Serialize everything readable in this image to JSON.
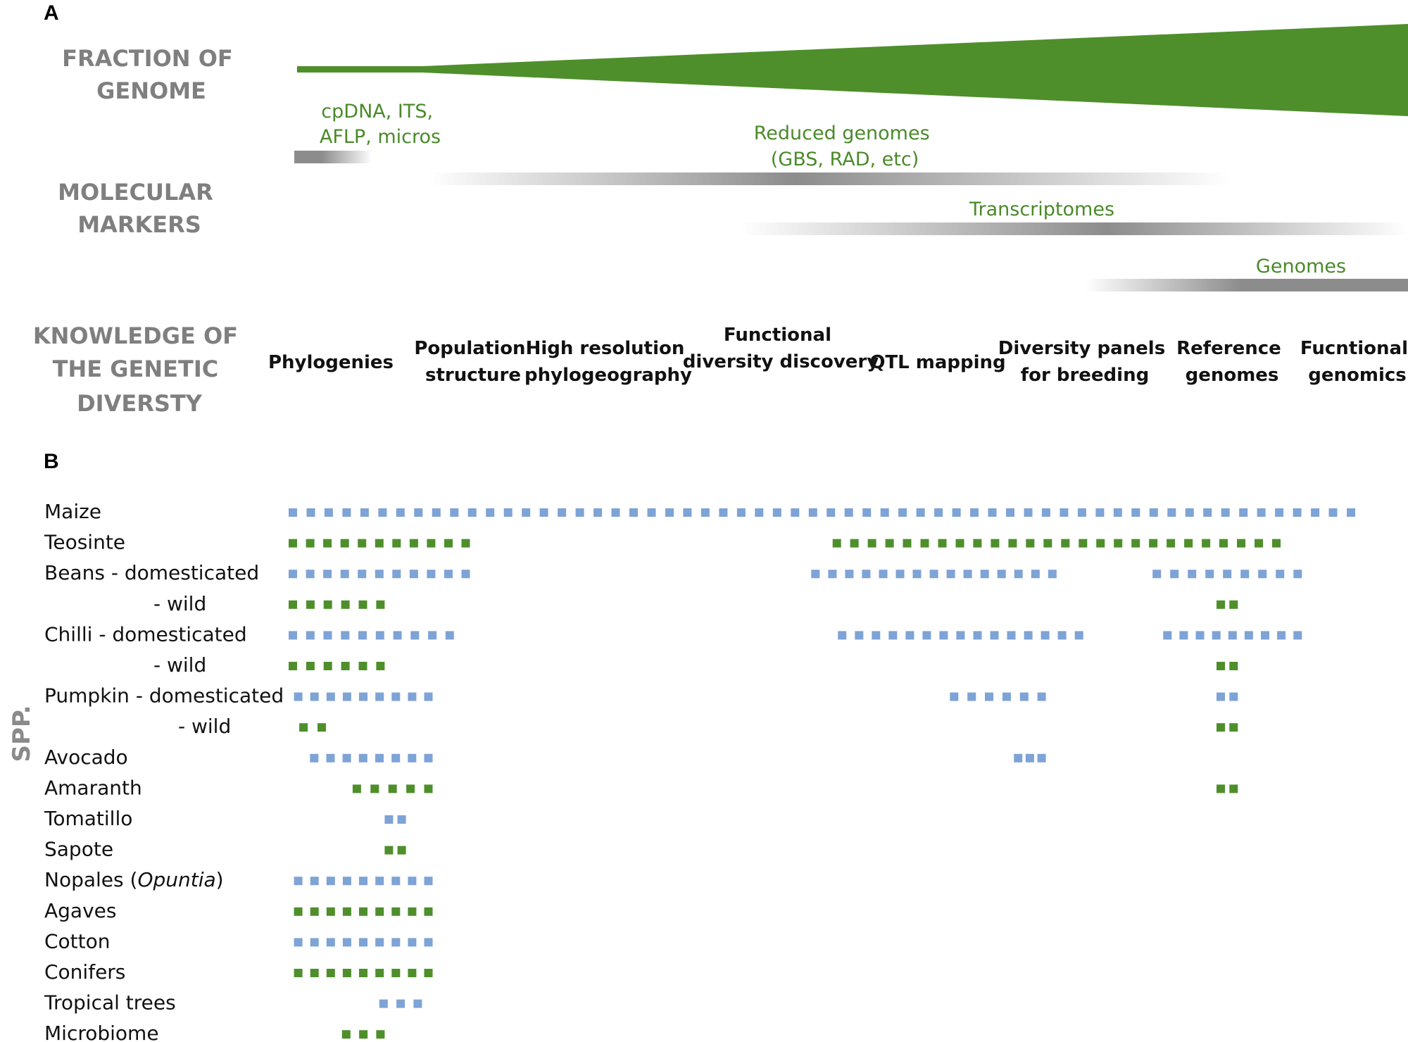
{
  "panel_a": {
    "label": "A",
    "fraction_title": [
      "FRACTION OF",
      "GENOME"
    ],
    "markers_title": [
      "MOLECULAR",
      "MARKERS"
    ],
    "knowledge_title": [
      "KNOWLEDGE OF",
      "THE GENETIC",
      "DIVERSTY"
    ],
    "colors": {
      "wedge": "#4e8f2b",
      "marker_text": "#4a8a2a",
      "bar": "#8c8c8c"
    },
    "markers": [
      {
        "id": "cpdna",
        "lines": [
          "cpDNA, ITS,",
          "AFLP, micros"
        ],
        "bar": [
          0.0,
          0.07
        ],
        "peak": 0.2
      },
      {
        "id": "reduced",
        "lines": [
          "Reduced genomes",
          "(GBS, RAD, etc)"
        ],
        "bar": [
          0.12,
          0.84
        ],
        "peak": 0.45
      },
      {
        "id": "transcriptomes",
        "lines": [
          "Transcriptomes"
        ],
        "bar": [
          0.4,
          1.0
        ],
        "peak": 0.55
      },
      {
        "id": "genomes",
        "lines": [
          "Genomes"
        ],
        "bar": [
          0.71,
          1.0
        ],
        "peak": 0.85
      }
    ],
    "stages": [
      {
        "id": "phylogenies",
        "lines": [
          "Phylogenies"
        ]
      },
      {
        "id": "population-structure",
        "lines": [
          "Population",
          "structure"
        ]
      },
      {
        "id": "phylogeography",
        "lines": [
          "High resolution",
          "phylogeography"
        ]
      },
      {
        "id": "functional-diversity",
        "lines": [
          "Functional",
          "diversity discovery"
        ]
      },
      {
        "id": "qtl-mapping",
        "lines": [
          "QTL mapping"
        ]
      },
      {
        "id": "diversity-panels",
        "lines": [
          "Diversity panels",
          "for breeding"
        ]
      },
      {
        "id": "reference-genomes",
        "lines": [
          "Reference",
          "genomes"
        ]
      },
      {
        "id": "functional-genomics",
        "lines": [
          "Fucntional",
          "genomics"
        ]
      }
    ]
  },
  "panel_b": {
    "label": "B",
    "axis_label": "SPP.",
    "colors": {
      "blue": "#7ea3d6",
      "green": "#4e8f2b"
    },
    "species": [
      {
        "id": "maize",
        "name": "Maize",
        "color": "blue",
        "segments": [
          [
            0.0,
            1.0
          ]
        ]
      },
      {
        "id": "teosinte",
        "name": "Teosinte",
        "color": "green",
        "segments": [
          [
            0.0,
            0.17
          ],
          [
            0.51,
            0.93
          ]
        ]
      },
      {
        "id": "beans-dom",
        "name": "Beans  - domesticated",
        "color": "blue",
        "segments": [
          [
            0.0,
            0.17
          ],
          [
            0.49,
            0.72
          ],
          [
            0.81,
            0.95
          ]
        ]
      },
      {
        "id": "beans-wild",
        "name": "- wild",
        "indent": 1,
        "color": "green",
        "segments": [
          [
            0.0,
            0.09
          ],
          [
            0.87,
            0.89
          ]
        ]
      },
      {
        "id": "chilli-dom",
        "name": "Chilli - domesticated",
        "color": "blue",
        "segments": [
          [
            0.0,
            0.155
          ],
          [
            0.515,
            0.745
          ],
          [
            0.82,
            0.95
          ]
        ]
      },
      {
        "id": "chilli-wild",
        "name": "- wild",
        "indent": 1,
        "color": "green",
        "segments": [
          [
            0.0,
            0.09
          ],
          [
            0.87,
            0.89
          ]
        ]
      },
      {
        "id": "pumpkin-dom",
        "name": "Pumpkin  - domesticated",
        "color": "blue",
        "segments": [
          [
            0.005,
            0.135
          ],
          [
            0.62,
            0.71
          ],
          [
            0.87,
            0.89
          ]
        ]
      },
      {
        "id": "pumpkin-wild",
        "name": "- wild",
        "indent": 2,
        "color": "green",
        "segments": [
          [
            0.01,
            0.035
          ],
          [
            0.87,
            0.89
          ]
        ]
      },
      {
        "id": "avocado",
        "name": "Avocado",
        "color": "blue",
        "segments": [
          [
            0.02,
            0.135
          ],
          [
            0.68,
            0.71
          ]
        ]
      },
      {
        "id": "amaranth",
        "name": "Amaranth",
        "color": "green",
        "segments": [
          [
            0.06,
            0.135
          ],
          [
            0.87,
            0.89
          ]
        ]
      },
      {
        "id": "tomatillo",
        "name": "Tomatillo",
        "color": "blue",
        "segments": [
          [
            0.09,
            0.11
          ]
        ]
      },
      {
        "id": "sapote",
        "name": "Sapote",
        "color": "green",
        "segments": [
          [
            0.09,
            0.11
          ]
        ]
      },
      {
        "id": "nopales",
        "name": "Nopales (",
        "name_italic": "Opuntia",
        "name_after": ")",
        "color": "blue",
        "segments": [
          [
            0.005,
            0.135
          ]
        ]
      },
      {
        "id": "agaves",
        "name": "Agaves",
        "color": "green",
        "segments": [
          [
            0.005,
            0.135
          ]
        ]
      },
      {
        "id": "cotton",
        "name": "Cotton",
        "color": "blue",
        "segments": [
          [
            0.005,
            0.135
          ]
        ]
      },
      {
        "id": "conifers",
        "name": "Conifers",
        "color": "green",
        "segments": [
          [
            0.005,
            0.135
          ]
        ]
      },
      {
        "id": "tropical-trees",
        "name": "Tropical trees",
        "color": "blue",
        "segments": [
          [
            0.085,
            0.125
          ]
        ]
      },
      {
        "id": "microbiome",
        "name": "Microbiome",
        "color": "green",
        "segments": [
          [
            0.05,
            0.09
          ]
        ]
      }
    ]
  }
}
